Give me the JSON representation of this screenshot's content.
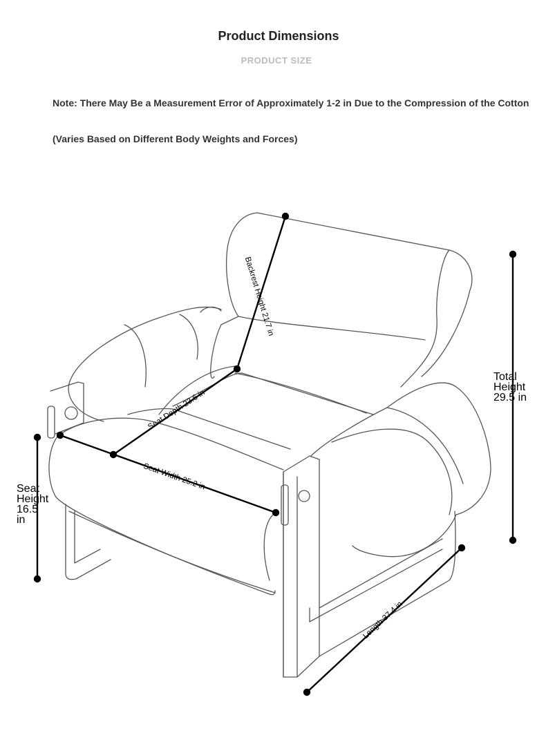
{
  "header": {
    "title": "Product Dimensions",
    "subtitle": "PRODUCT SIZE"
  },
  "notes": {
    "line1": "Note: There May Be a Measurement Error of Approximately 1-2 in Due to the Compression of the Cotton",
    "line2": "(Varies Based on Different Body Weights and Forces)"
  },
  "dimensions": {
    "backrest_height": "Backrest Height 21.7 in",
    "seat_depth": "Seat Depth 23.6 in",
    "seat_width": "Seat Width 25.2 in",
    "length": "Length 37.4 in",
    "total_height": {
      "line1": "Total",
      "line2": "Height",
      "line3": "29.5 in"
    },
    "seat_height": {
      "line1": "Seat",
      "line2": "Height",
      "line3": "16.5",
      "line4": "in"
    }
  },
  "colors": {
    "outline": "#555555",
    "dimension_line": "#000000"
  }
}
